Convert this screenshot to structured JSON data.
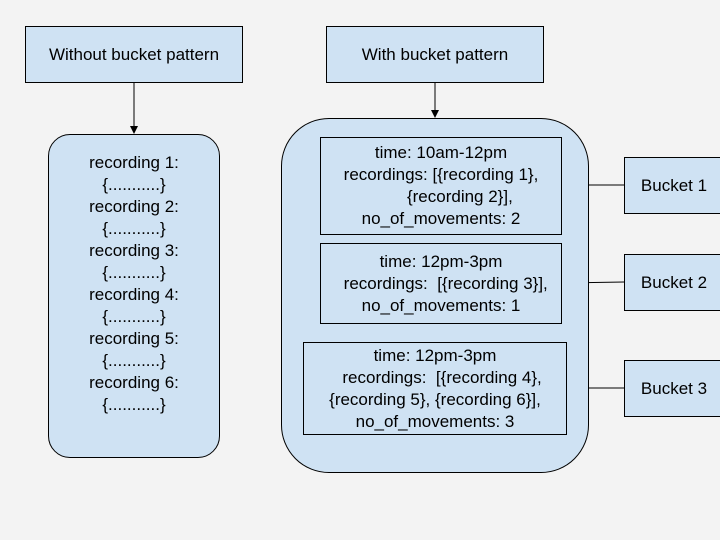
{
  "left_title": "Without bucket pattern",
  "right_title": "With bucket pattern",
  "without_bucket": {
    "lines": [
      "recording 1:",
      "{...........}",
      "recording 2:",
      "{...........}",
      "recording 3:",
      "{...........}",
      "recording 4:",
      "{...........}",
      "recording 5:",
      "{...........}",
      "recording 6:",
      "{...........}"
    ]
  },
  "buckets": [
    {
      "label": "Bucket 1",
      "text": "time: 10am-12pm\nrecordings: [{recording 1},\n        {recording 2}],\nno_of_movements: 2"
    },
    {
      "label": "Bucket 2",
      "text": "time: 12pm-3pm\n  recordings:  [{recording 3}],\nno_of_movements: 1"
    },
    {
      "label": "Bucket 3",
      "text": "time: 12pm-3pm\n   recordings:  [{recording 4},\n{recording 5}, {recording 6}],\nno_of_movements: 3"
    }
  ]
}
